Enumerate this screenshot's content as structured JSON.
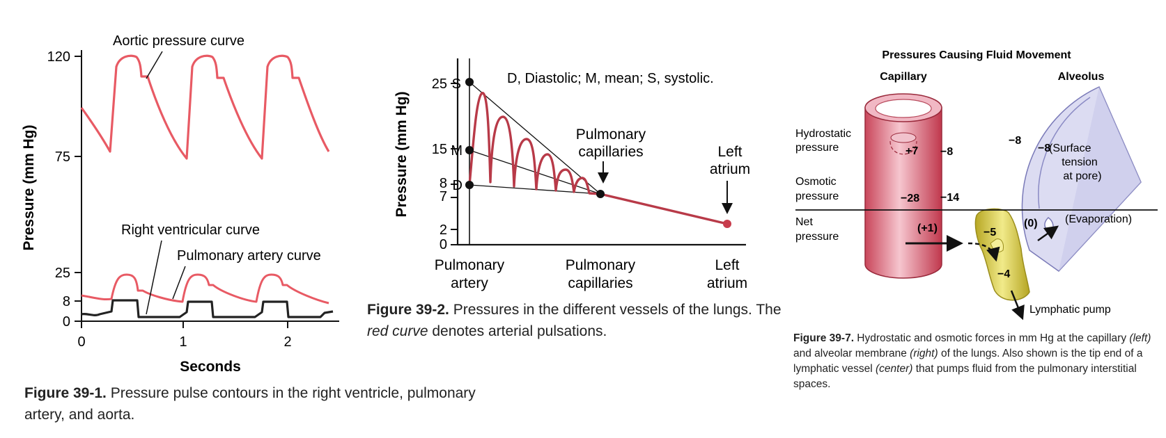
{
  "fig1": {
    "ylabel": "Pressure (mm Hg)",
    "xlabel": "Seconds",
    "yticks": [
      "120",
      "75",
      "25",
      "8",
      "0"
    ],
    "xticks": [
      "0",
      "1",
      "2"
    ],
    "annotations": {
      "aortic": "Aortic pressure curve",
      "rv": "Right ventricular curve",
      "pa": "Pulmonary artery curve"
    },
    "caption_label": "Figure 39-1.",
    "caption_text": " Pressure pulse contours in the right ventricle, pulmonary artery, and aorta."
  },
  "fig2": {
    "ylabel": "Pressure (mm Hg)",
    "yticks": [
      "25",
      "15",
      "8",
      "7",
      "2",
      "0"
    ],
    "points": [
      "S",
      "M",
      "D"
    ],
    "legend": "D, Diastolic; M, mean; S, systolic.",
    "annot_cap_1": "Pulmonary",
    "annot_cap_2": "capillaries",
    "annot_la_1": "Left",
    "annot_la_2": "atrium",
    "xcat": [
      {
        "l1": "Pulmonary",
        "l2": "artery"
      },
      {
        "l1": "Pulmonary",
        "l2": "capillaries"
      },
      {
        "l1": "Left",
        "l2": "atrium"
      }
    ],
    "caption_label": "Figure 39-2.",
    "caption_text_1": " Pressures in the different vessels of the lungs. The ",
    "caption_italic": "red curve",
    "caption_text_2": " denotes arterial pulsations."
  },
  "fig3": {
    "title": "Pressures Causing Fluid Movement",
    "col_capillary": "Capillary",
    "col_alveolus": "Alveolus",
    "row_hydro_1": "Hydrostatic",
    "row_hydro_2": "pressure",
    "row_osm_1": "Osmotic",
    "row_osm_2": "pressure",
    "row_net_1": "Net",
    "row_net_2": "pressure",
    "v_plus7": "+7",
    "v_minus8a": "−8",
    "v_minus28": "−28",
    "v_minus14": "−14",
    "v_plus1": "(+1)",
    "v_minus5": "−5",
    "v_minus4": "−4",
    "v_minus8b": "−8",
    "v_minus8c": "−8",
    "surface_1": "(Surface",
    "surface_2": "tension",
    "surface_3": "at pore)",
    "v_zero": "(0)",
    "evaporation": "(Evaporation)",
    "lymph_pump": "Lymphatic pump",
    "caption_label": "Figure 39-7.",
    "caption_a": " Hydrostatic and osmotic forces in mm Hg at the capillary ",
    "caption_left": "(left)",
    "caption_b": " and alveolar membrane ",
    "caption_right": "(right)",
    "caption_c": " of the lungs. Also shown is the tip end of a lymphatic vessel ",
    "caption_center": "(center)",
    "caption_d": " that pumps fluid from the pulmonary interstitial spaces."
  },
  "colors": {
    "red_curve": "#e85a64",
    "dark_red": "#b83a48",
    "lymph": "#d4c63a",
    "alveolus": "#c8c8ea"
  }
}
